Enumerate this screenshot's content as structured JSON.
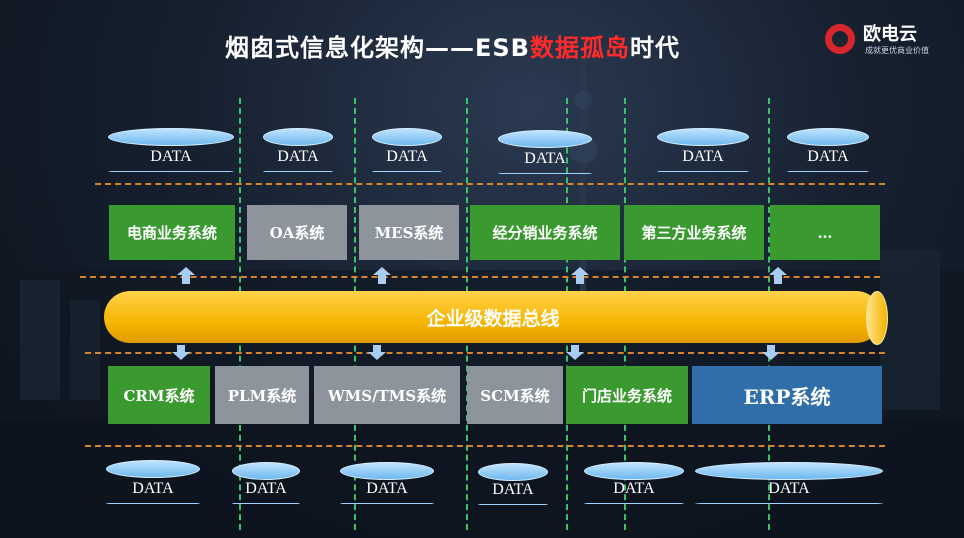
{
  "title": {
    "main": "烟囱式信息化架构——ESB",
    "highlight": "数据孤岛",
    "tail": "时代"
  },
  "logo": {
    "name": "欧电云",
    "tagline": "成就更优商业价值"
  },
  "top_data": [
    "DATA",
    "DATA",
    "DATA",
    "DATA",
    "DATA",
    "DATA"
  ],
  "top_systems": [
    "电商业务系统",
    "OA系统",
    "MES系统",
    "经分销业务系统",
    "第三方业务系统",
    "…"
  ],
  "bus": {
    "label": "企业级数据总线"
  },
  "bottom_systems": [
    "CRM系统",
    "PLM系统",
    "WMS/TMS系统",
    "SCM系统",
    "门店业务系统",
    "ERP系统"
  ],
  "bottom_data": [
    "DATA",
    "DATA",
    "DATA",
    "DATA",
    "DATA",
    "DATA"
  ],
  "colors": {
    "green": "#3a9a2f",
    "grey": "#8d949b",
    "blue": "#2f6ea8",
    "bus": "#f7b500",
    "highlight": "#ff2a2a"
  }
}
